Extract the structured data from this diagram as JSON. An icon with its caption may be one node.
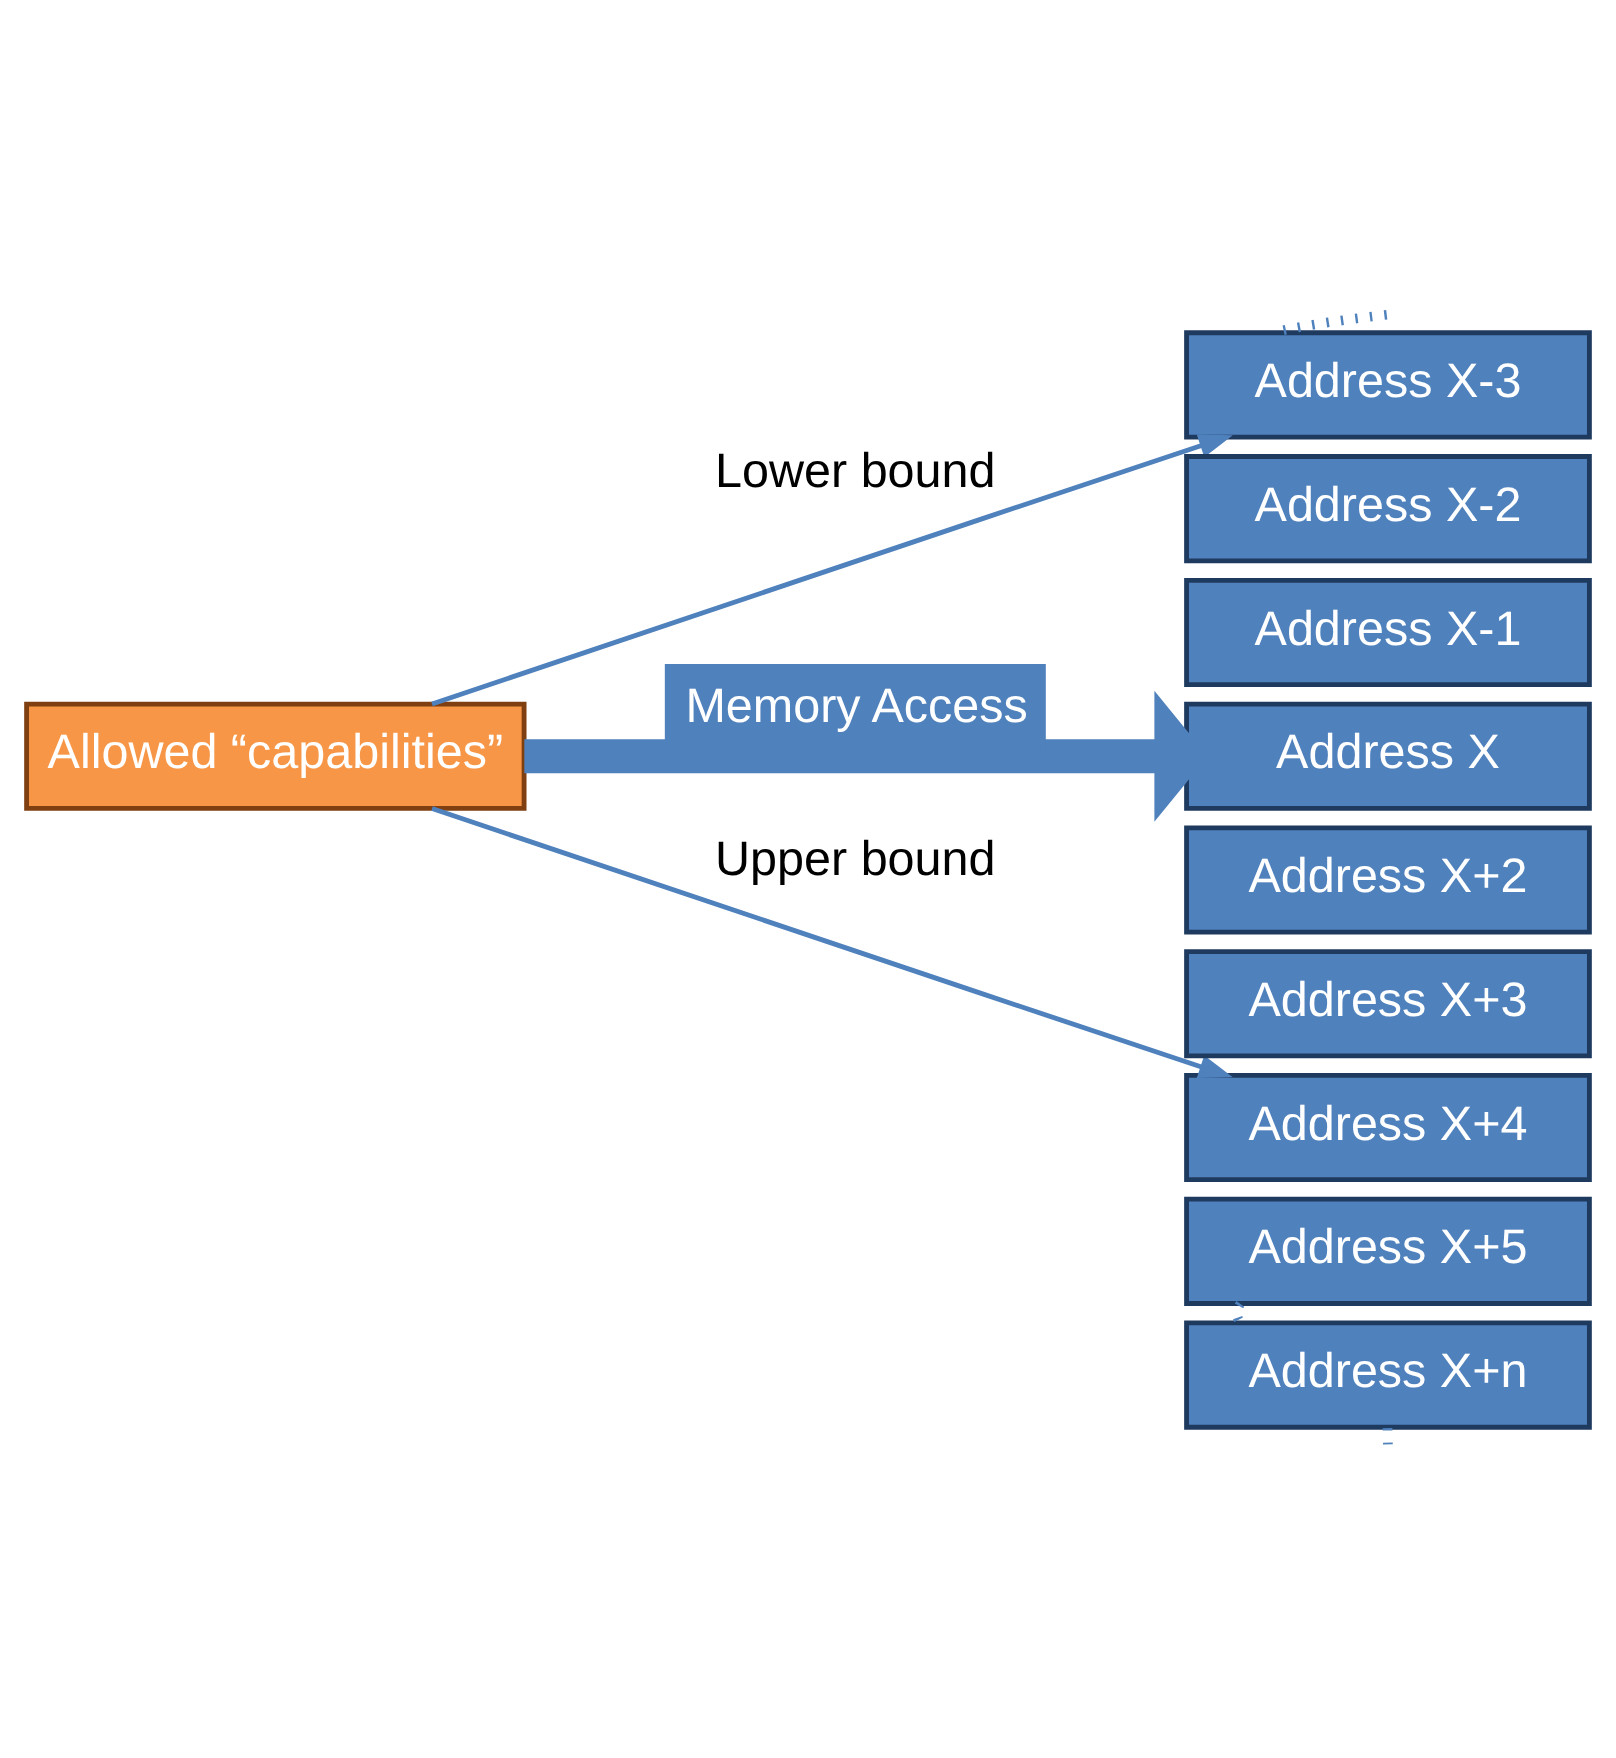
{
  "diagram": {
    "nodes": [
      {
        "text": [
          "Allowed “capabilities”"
        ]
      },
      {
        "text": [
          "Address X-3"
        ]
      },
      {
        "text": [
          "Address X-2"
        ]
      },
      {
        "text": [
          "Address X-1"
        ]
      },
      {
        "text": [
          "Address X"
        ]
      },
      {
        "text": [
          "Address X+2"
        ]
      },
      {
        "text": [
          "Address X+3"
        ]
      },
      {
        "text": [
          "Address X+4"
        ]
      },
      {
        "text": [
          "Address X+5"
        ]
      },
      {
        "text": [
          "Address X+n"
        ]
      }
    ],
    "edges": [
      {
        "from": 0,
        "to": 1,
        "arrow": "to",
        "label": "Lower bound"
      },
      {
        "from": 0,
        "to": 4,
        "arrow": "to",
        "label": "Memory Access",
        "style": "thick"
      },
      {
        "from": 0,
        "to": 7,
        "arrow": "to",
        "label": "Upper bound"
      },
      {
        "from": null,
        "to": 1,
        "arrow": "none",
        "style": "dashed"
      },
      {
        "from": 8,
        "to": 9,
        "arrow": "none",
        "style": "dashed"
      },
      {
        "from": 9,
        "to": null,
        "arrow": "none",
        "style": "dashed"
      }
    ]
  }
}
